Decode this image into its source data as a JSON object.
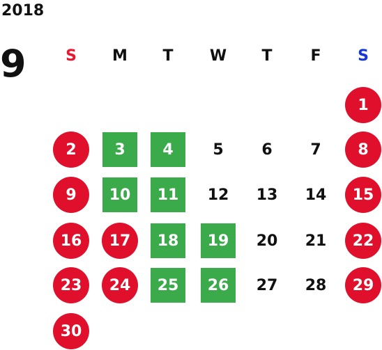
{
  "year": "2018",
  "month": "9",
  "colors": {
    "sunday": "#e8162e",
    "saturday": "#1437d8",
    "holiday_circle": "#e0102c",
    "green_square": "#3aaa4a",
    "text": "#111111"
  },
  "weekdays": [
    {
      "label": "S",
      "kind": "sunday"
    },
    {
      "label": "M",
      "kind": "weekday"
    },
    {
      "label": "T",
      "kind": "weekday"
    },
    {
      "label": "W",
      "kind": "weekday"
    },
    {
      "label": "T",
      "kind": "weekday"
    },
    {
      "label": "F",
      "kind": "weekday"
    },
    {
      "label": "S",
      "kind": "saturday"
    }
  ],
  "days": [
    {
      "day": "1",
      "col": 6,
      "row": 0,
      "style": "circle"
    },
    {
      "day": "2",
      "col": 0,
      "row": 1,
      "style": "circle"
    },
    {
      "day": "3",
      "col": 1,
      "row": 1,
      "style": "square"
    },
    {
      "day": "4",
      "col": 2,
      "row": 1,
      "style": "square"
    },
    {
      "day": "5",
      "col": 3,
      "row": 1,
      "style": "plain"
    },
    {
      "day": "6",
      "col": 4,
      "row": 1,
      "style": "plain"
    },
    {
      "day": "7",
      "col": 5,
      "row": 1,
      "style": "plain"
    },
    {
      "day": "8",
      "col": 6,
      "row": 1,
      "style": "circle"
    },
    {
      "day": "9",
      "col": 0,
      "row": 2,
      "style": "circle"
    },
    {
      "day": "10",
      "col": 1,
      "row": 2,
      "style": "square"
    },
    {
      "day": "11",
      "col": 2,
      "row": 2,
      "style": "square"
    },
    {
      "day": "12",
      "col": 3,
      "row": 2,
      "style": "plain"
    },
    {
      "day": "13",
      "col": 4,
      "row": 2,
      "style": "plain"
    },
    {
      "day": "14",
      "col": 5,
      "row": 2,
      "style": "plain"
    },
    {
      "day": "15",
      "col": 6,
      "row": 2,
      "style": "circle"
    },
    {
      "day": "16",
      "col": 0,
      "row": 3,
      "style": "circle"
    },
    {
      "day": "17",
      "col": 1,
      "row": 3,
      "style": "circle"
    },
    {
      "day": "18",
      "col": 2,
      "row": 3,
      "style": "square"
    },
    {
      "day": "19",
      "col": 3,
      "row": 3,
      "style": "square"
    },
    {
      "day": "20",
      "col": 4,
      "row": 3,
      "style": "plain"
    },
    {
      "day": "21",
      "col": 5,
      "row": 3,
      "style": "plain"
    },
    {
      "day": "22",
      "col": 6,
      "row": 3,
      "style": "circle"
    },
    {
      "day": "23",
      "col": 0,
      "row": 4,
      "style": "circle"
    },
    {
      "day": "24",
      "col": 1,
      "row": 4,
      "style": "circle"
    },
    {
      "day": "25",
      "col": 2,
      "row": 4,
      "style": "square"
    },
    {
      "day": "26",
      "col": 3,
      "row": 4,
      "style": "square"
    },
    {
      "day": "27",
      "col": 4,
      "row": 4,
      "style": "plain"
    },
    {
      "day": "28",
      "col": 5,
      "row": 4,
      "style": "plain"
    },
    {
      "day": "29",
      "col": 6,
      "row": 4,
      "style": "circle"
    },
    {
      "day": "30",
      "col": 0,
      "row": 5,
      "style": "circle"
    }
  ]
}
